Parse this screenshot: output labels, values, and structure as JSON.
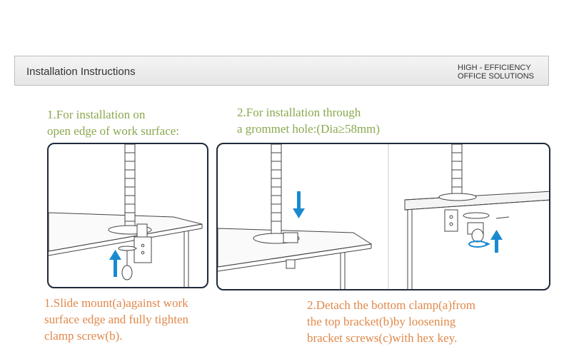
{
  "header": {
    "title": "Installation Instructions",
    "tagline_line1": "HIGH  - EFFICIENCY",
    "tagline_line2": "OFFICE SOLUTIONS"
  },
  "section1": {
    "heading_line1": "1.For installation on",
    "heading_line2": "open edge of work surface:",
    "caption_line1": "1.Slide mount(a)against work",
    "caption_line2": "surface edge and fully tighten",
    "caption_line3": "clamp screw(b)."
  },
  "section2": {
    "heading_line1": "2.For installation through",
    "heading_line2": "a grommet hole:(Dia≥58mm)",
    "caption_line1": "2.Detach the bottom clamp(a)from",
    "caption_line2": "the top bracket(b)by loosening",
    "caption_line3": "bracket screws(c)with hex key."
  },
  "colors": {
    "heading": "#8aa84e",
    "caption": "#e0884a",
    "arrow": "#1a8ad0",
    "frame": "#1d2a3a"
  }
}
